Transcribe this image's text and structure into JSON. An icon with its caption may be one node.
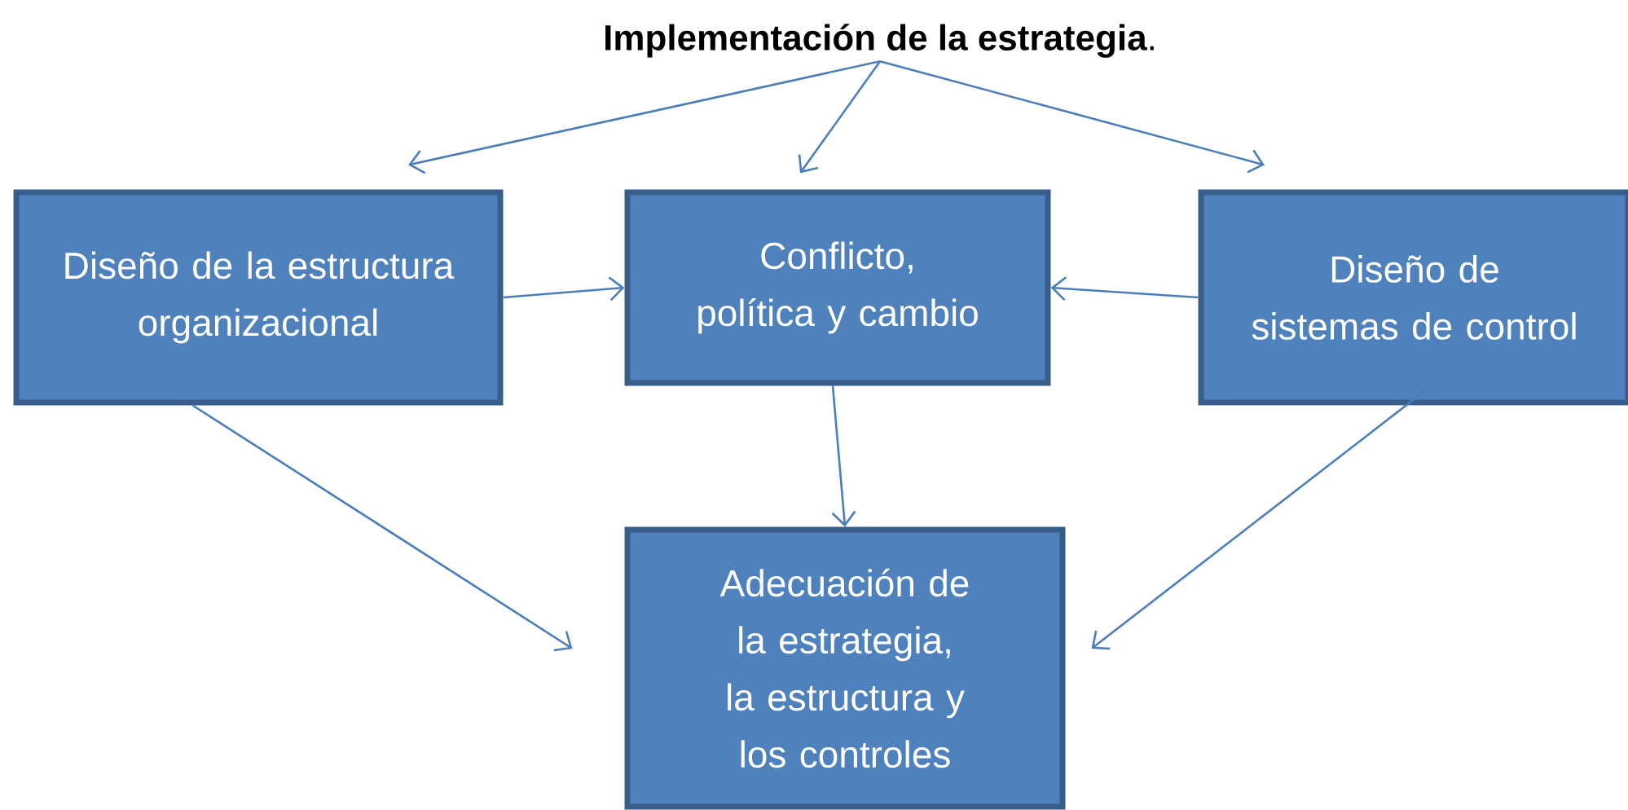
{
  "diagram": {
    "nodes": [
      {
        "text": [
          "**Implementación de la estrategia**."
        ]
      },
      {
        "text": [
          "Diseño de la estructura organizacional"
        ]
      },
      {
        "text": [
          "Conflicto, política y cambio"
        ]
      },
      {
        "text": [
          "Diseño de sistemas de control"
        ]
      },
      {
        "text": [
          "Adecuación de la estrategia, la estructura y los controles"
        ]
      }
    ],
    "edges": [
      {
        "from": 0,
        "to": 1,
        "arrow": "to"
      },
      {
        "from": 0,
        "to": 2,
        "arrow": "to"
      },
      {
        "from": 0,
        "to": 3,
        "arrow": "to"
      },
      {
        "from": 1,
        "to": 2,
        "arrow": "to"
      },
      {
        "from": 3,
        "to": 2,
        "arrow": "to"
      },
      {
        "from": 1,
        "to": 4,
        "arrow": "to"
      },
      {
        "from": 2,
        "to": 4,
        "arrow": "to"
      },
      {
        "from": 3,
        "to": 4,
        "arrow": "to"
      }
    ]
  }
}
